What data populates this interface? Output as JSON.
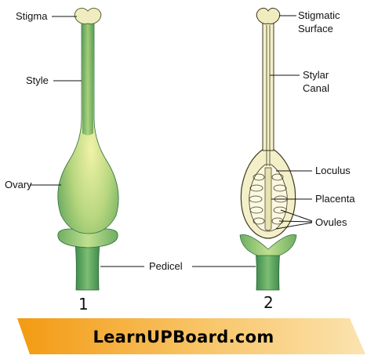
{
  "labels": {
    "stigma": "Stigma",
    "style": "Style",
    "ovary": "Ovary",
    "pedicel": "Pedicel",
    "stigmatic_surface_line1": "Stigmatic",
    "stigmatic_surface_line2": "Surface",
    "stylar_canal_line1": "Stylar",
    "stylar_canal_line2": "Canal",
    "loculus": "Loculus",
    "placenta": "Placenta",
    "ovules": "Ovules"
  },
  "figure_numbers": {
    "left": "1",
    "right": "2"
  },
  "banner": {
    "text": "LearnUPBoard.com"
  },
  "colors": {
    "tissue_green": "#5ea66a",
    "ovary_light": "#e8eea0",
    "stigma_cream": "#f1ecc0",
    "banner_orange": "#f6a21a",
    "banner_light": "#fde6b4"
  }
}
